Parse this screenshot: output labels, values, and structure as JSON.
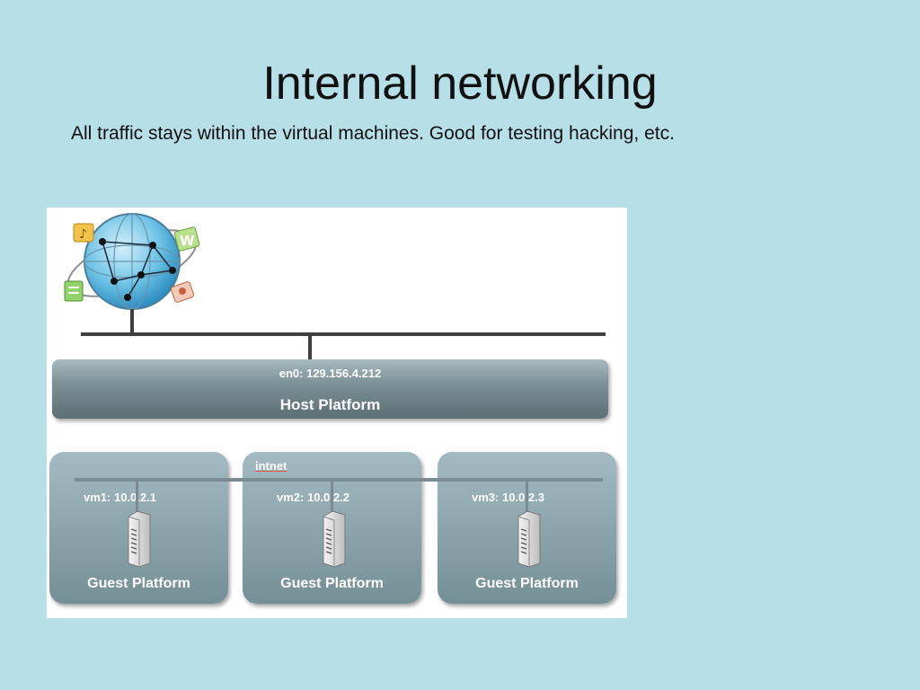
{
  "slide": {
    "title": "Internal networking",
    "subtitle": "All traffic stays within the virtual machines.  Good for testing hacking, etc."
  },
  "diagram": {
    "host": {
      "address": "en0: 129.156.4.212",
      "label": "Host Platform"
    },
    "network_label": "intnet",
    "guests": [
      {
        "address": "vm1: 10.0.2.1",
        "label": "Guest Platform"
      },
      {
        "address": "vm2: 10.0.2.2",
        "label": "Guest Platform"
      },
      {
        "address": "vm3: 10.0.2.3",
        "label": "Guest Platform"
      }
    ],
    "icons": [
      "globe-icon",
      "server-icon"
    ]
  },
  "colors": {
    "background": "#b7dfe8",
    "platform": "#6b7d84",
    "guest_box": "#8aa3ab"
  }
}
